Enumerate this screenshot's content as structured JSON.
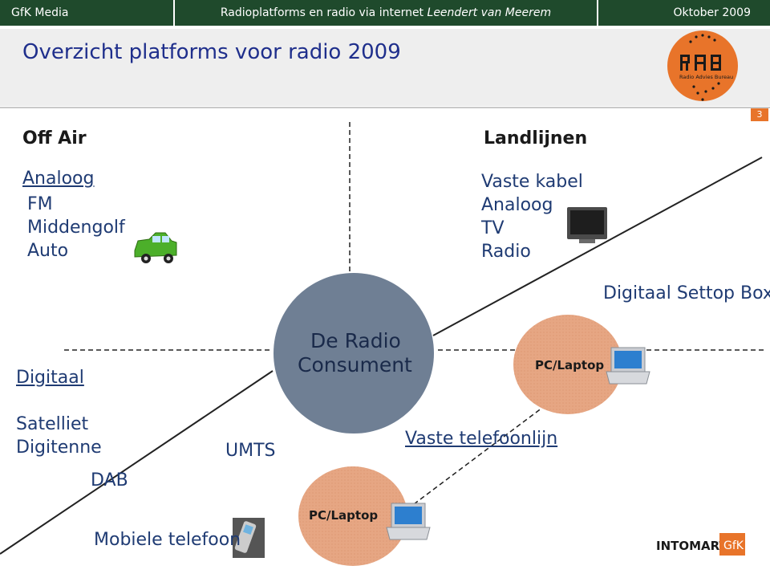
{
  "header": {
    "left": "GfK Media",
    "center_main": "Radioplatforms en radio via internet",
    "center_author": "Leendert van Meerem",
    "right": "Oktober 2009"
  },
  "page_title": "Overzicht platforms voor radio 2009",
  "page_number": "3",
  "logo_rab": {
    "letters": "RAB",
    "subtitle": "Radio Advies Bureau",
    "color": "#e8742a"
  },
  "logo_intomart": {
    "word": "INTOMART",
    "badge": "GfK",
    "badge_color": "#e8742a"
  },
  "center": {
    "line1": "De Radio",
    "line2": "Consument"
  },
  "off_air": {
    "heading": "Off Air",
    "analog": "Analoog",
    "items": [
      "FM",
      "Middengolf",
      "Auto"
    ],
    "icon": "car-icon"
  },
  "landlijnen": {
    "heading": "Landlijnen",
    "cable": "Vaste kabel",
    "items": [
      "Analoog",
      "TV",
      "Radio"
    ],
    "icon": "tv-icon"
  },
  "settop": "Digitaal Settop Box",
  "digitaal": {
    "heading": "Digitaal",
    "items": [
      "Satelliet",
      "Digitenne"
    ],
    "dab": "DAB"
  },
  "umts": "UMTS",
  "mobile": "Mobiele telefoon",
  "fixed_line": "Vaste telefoonlijn",
  "pc_laptop_1": "PC/Laptop",
  "pc_laptop_2": "PC/Laptop",
  "colors": {
    "header_green": "#1f4a2c",
    "title_blue": "#1f2f8c",
    "center_circle": "#6f7f94",
    "blob": "#e6a683",
    "accent_orange": "#e8742a"
  }
}
